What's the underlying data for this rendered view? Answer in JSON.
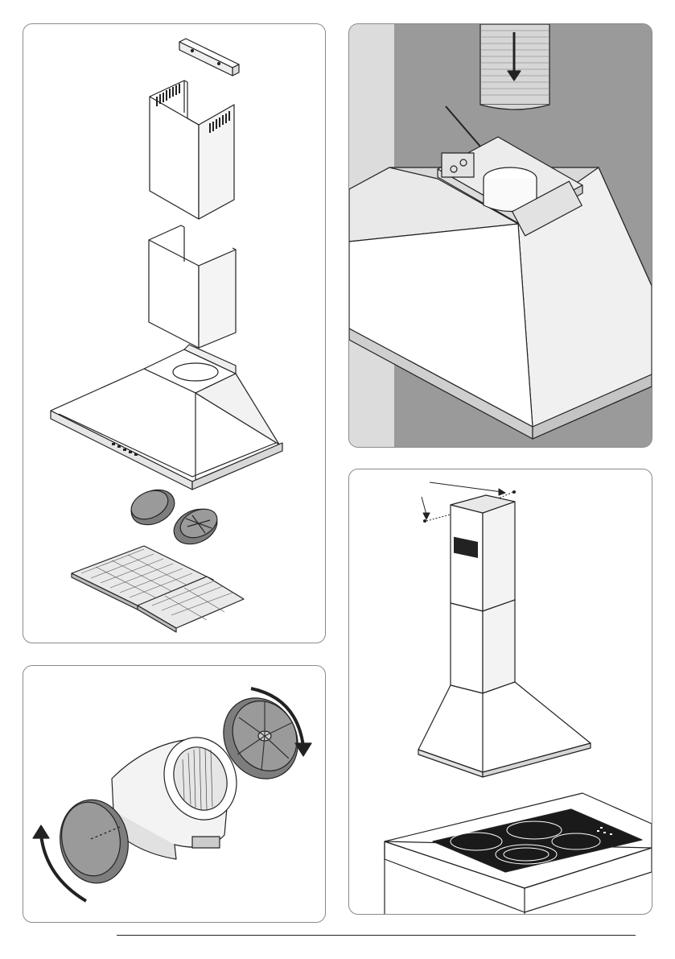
{
  "panels": [
    {
      "id": "exploded-parts-view"
    },
    {
      "id": "duct-connection-view"
    },
    {
      "id": "carbon-filter-fitting-view"
    },
    {
      "id": "installed-hood-over-hob-view"
    }
  ],
  "colors": {
    "line": "#222222",
    "panel_border": "#8a8a8a",
    "wall_grey": "#b5b5b5",
    "wall_dark": "#9a9a9a",
    "filter_grey": "#7d7d7d",
    "hob_black": "#1a1a1a"
  },
  "icons": [
    "arrow-down-icon",
    "rotate-arrow-icon",
    "pointer-arrow-icon"
  ]
}
